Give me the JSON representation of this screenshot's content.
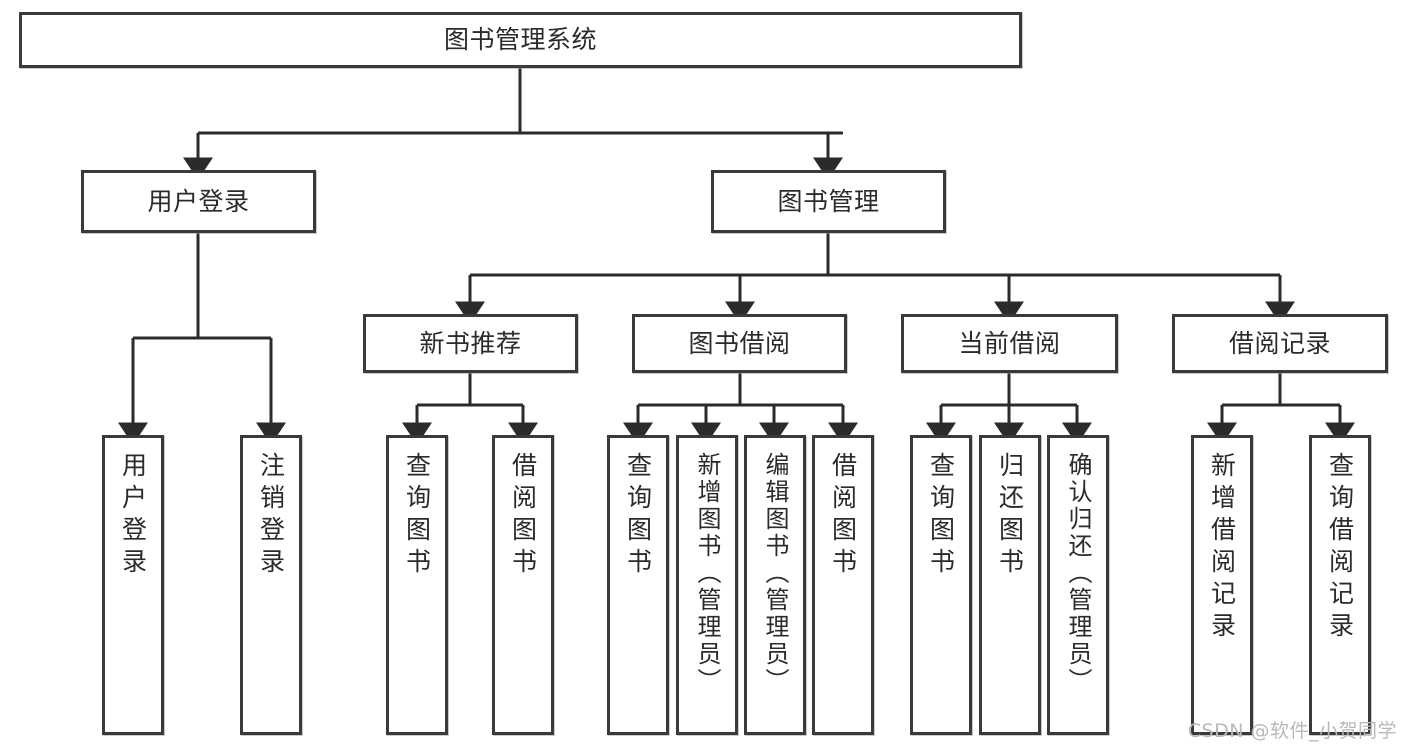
{
  "diagram": {
    "type": "tree",
    "title": "图书管理系统",
    "watermark": "CSDN @软件_小贺同学",
    "stroke_color": "#3a3a3a",
    "text_color": "#2b2b2b",
    "background": "#ffffff",
    "root": {
      "label": "图书管理系统"
    },
    "level2": [
      {
        "label": "用户登录"
      },
      {
        "label": "图书管理"
      }
    ],
    "level3": [
      {
        "label": "新书推荐"
      },
      {
        "label": "图书借阅"
      },
      {
        "label": "当前借阅"
      },
      {
        "label": "借阅记录"
      }
    ],
    "leaves": {
      "user_login": [
        {
          "label": "用户登录"
        },
        {
          "label": "注销登录"
        }
      ],
      "new_book": [
        {
          "label": "查询图书"
        },
        {
          "label": "借阅图书"
        }
      ],
      "book_borrow": [
        {
          "label": "查询图书"
        },
        {
          "label": "新增图书（管理员）"
        },
        {
          "label": "编辑图书（管理员）"
        },
        {
          "label": "借阅图书"
        }
      ],
      "current_borrow": [
        {
          "label": "查询图书"
        },
        {
          "label": "归还图书"
        },
        {
          "label": "确认归还（管理员）"
        }
      ],
      "borrow_record": [
        {
          "label": "新增借阅记录"
        },
        {
          "label": "查询借阅记录"
        }
      ]
    }
  }
}
